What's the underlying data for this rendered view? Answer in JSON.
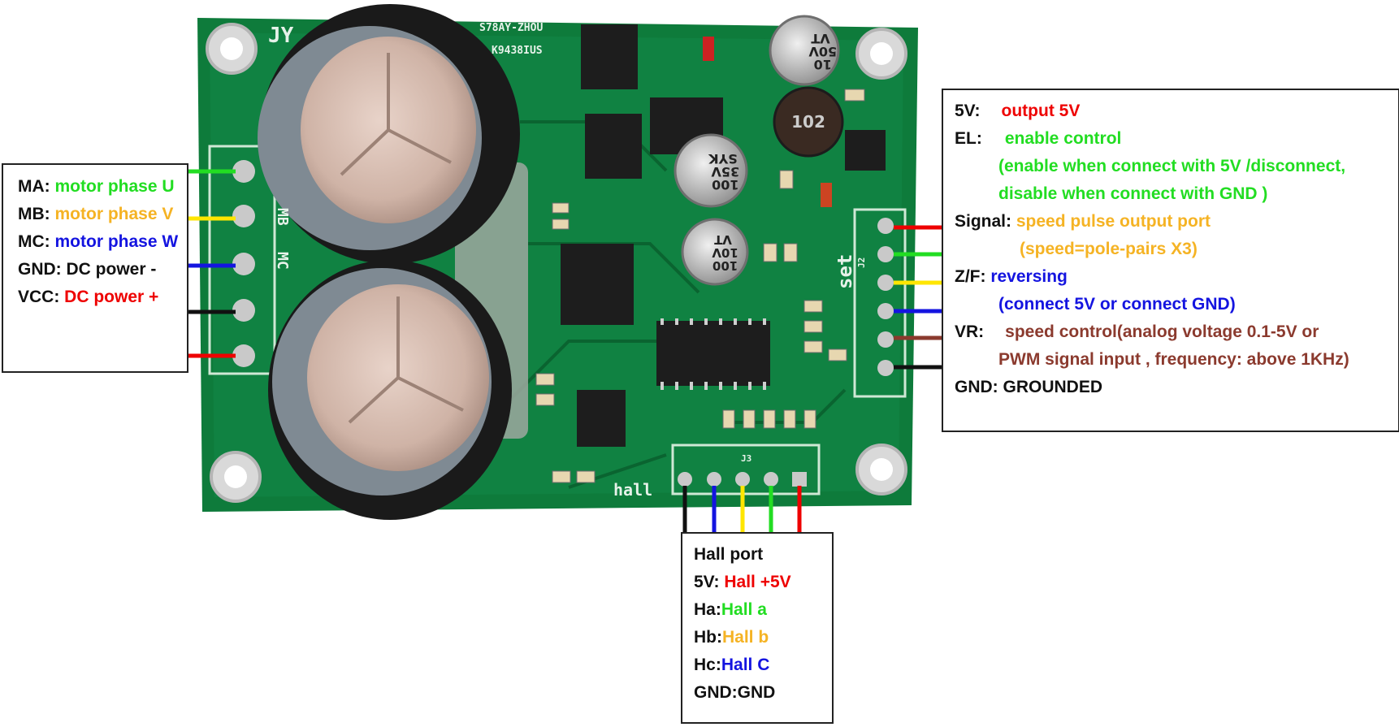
{
  "board": {
    "silk_top": "JY",
    "chip_top": "S78AY-ZHOU",
    "chip_code": "K9438IUS",
    "label_set": "set",
    "label_hall": "hall",
    "label_j2": "J2",
    "label_j3": "J3",
    "label_mc": "MC",
    "label_mb": "MB",
    "cap1_text": [
      "10",
      "50V",
      "VT"
    ],
    "cap2_text": [
      "100",
      "35V",
      "SYK"
    ],
    "cap3_text": [
      "100",
      "10V",
      "VT"
    ],
    "inductor_text": "102"
  },
  "colors": {
    "green": "#22dd22",
    "orange": "#f5b324",
    "blue": "#1414e0",
    "red": "#ee0000",
    "brown": "#8b3a2e",
    "yellow": "#ffe600",
    "black": "#111111",
    "pcb": "#0d7a3a"
  },
  "motor_box": {
    "lines": [
      {
        "label": "MA: ",
        "value": "motor phase U"
      },
      {
        "label": "MB: ",
        "value": "motor phase V"
      },
      {
        "label": "MC: ",
        "value": "motor phase W"
      },
      {
        "label": "GND: ",
        "value": "DC power -"
      },
      {
        "label": "VCC: ",
        "value": "DC power +"
      }
    ]
  },
  "control_box": {
    "lines": [
      {
        "label": "5V:",
        "value": "output 5V"
      },
      {
        "label": "EL:",
        "value": "enable control"
      },
      {
        "label": "",
        "value": "(enable when connect with 5V /disconnect,"
      },
      {
        "label": "",
        "value": "disable when connect with GND )"
      },
      {
        "label": "Signal: ",
        "value": "speed pulse output port"
      },
      {
        "label": "",
        "value": "(speed=pole-pairs X3)"
      },
      {
        "label": "Z/F: ",
        "value": "reversing"
      },
      {
        "label": "",
        "value": "(connect 5V or connect GND)"
      },
      {
        "label": "VR:",
        "value": "speed control(analog voltage 0.1-5V or"
      },
      {
        "label": "",
        "value": "PWM signal input , frequency: above 1KHz)"
      },
      {
        "label": "GND: ",
        "value": "GROUNDED"
      }
    ]
  },
  "hall_box": {
    "title": "Hall port",
    "lines": [
      {
        "label": "5V: ",
        "value": "Hall +5V"
      },
      {
        "label": "Ha:",
        "value": "Hall a"
      },
      {
        "label": "Hb:",
        "value": "Hall b"
      },
      {
        "label": "Hc:",
        "value": "Hall C"
      },
      {
        "label": "GND:",
        "value": "GND"
      }
    ]
  }
}
